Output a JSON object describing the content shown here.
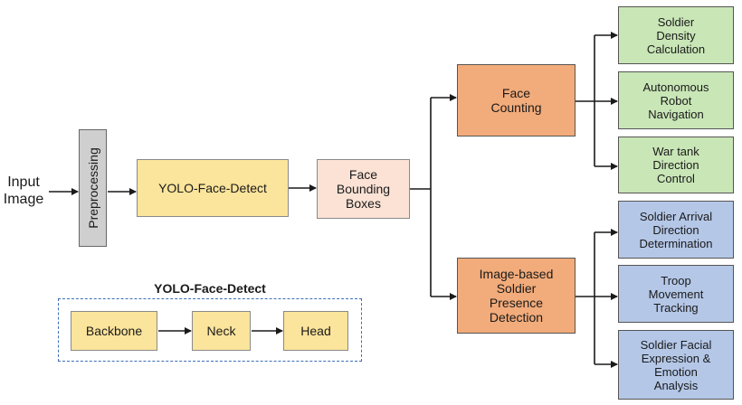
{
  "input_label": "Input\nImage",
  "preprocessing": "Preprocessing",
  "yolo": "YOLO-Face-Detect",
  "bbox": "Face\nBounding\nBoxes",
  "face_counting": "Face\nCounting",
  "presence": "Image-based\nSoldier\nPresence\nDetection",
  "green_outputs": [
    "Soldier\nDensity\nCalculation",
    "Autonomous\nRobot\nNavigation",
    "War tank\nDirection\nControl"
  ],
  "blue_outputs": [
    "Soldier Arrival\nDirection\nDetermination",
    "Troop\nMovement\nTracking",
    "Soldier Facial\nExpression &\nEmotion\nAnalysis"
  ],
  "legend": {
    "title": "YOLO-Face-Detect",
    "blocks": [
      "Backbone",
      "Neck",
      "Head"
    ]
  }
}
